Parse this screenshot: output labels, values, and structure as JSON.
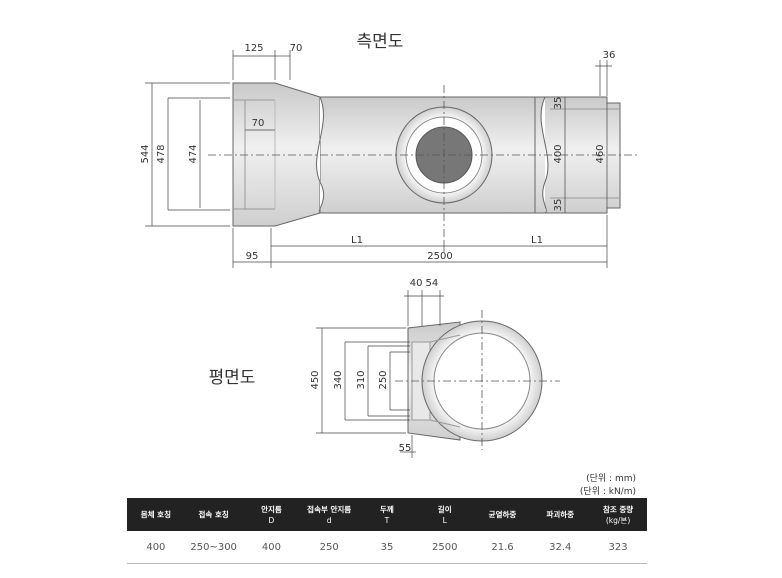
{
  "side_view": {
    "title": "측면도",
    "dims": {
      "top_left": "125",
      "top_mid": "70",
      "top_right": "36",
      "left_outer": "544",
      "left_mid": "478",
      "left_inner": "474",
      "inner_socket": "70",
      "right_top": "35",
      "right_mid": "400",
      "right_outer": "460",
      "right_bottom": "35",
      "l1_left": "L1",
      "l1_right": "L1",
      "bottom_left": "95",
      "bottom_total": "2500"
    }
  },
  "plan_view": {
    "title": "평면도",
    "dims": {
      "top_a": "40",
      "top_b": "54",
      "v450": "450",
      "v340": "340",
      "v310": "310",
      "v250": "250",
      "bottom": "55"
    }
  },
  "units": {
    "length": "(단위 : mm)",
    "load": "(단위 : kN/m)"
  },
  "table": {
    "headers": [
      {
        "main": "몸체 호칭",
        "sub": ""
      },
      {
        "main": "접속 호칭",
        "sub": ""
      },
      {
        "main": "안지름",
        "sub": "D"
      },
      {
        "main": "접속부 안지름",
        "sub": "d"
      },
      {
        "main": "두께",
        "sub": "T"
      },
      {
        "main": "길이",
        "sub": "L"
      },
      {
        "main": "균열하중",
        "sub": ""
      },
      {
        "main": "파괴하중",
        "sub": ""
      },
      {
        "main": "참조 중량",
        "sub": "(kg/본)"
      }
    ],
    "row": [
      "400",
      "250~300",
      "400",
      "250",
      "35",
      "2500",
      "21.6",
      "32.4",
      "323"
    ]
  },
  "colors": {
    "pipe_fill": "#dedede",
    "pipe_stroke": "#666666",
    "bore_fill": "#777777",
    "header_bg": "#222222"
  }
}
